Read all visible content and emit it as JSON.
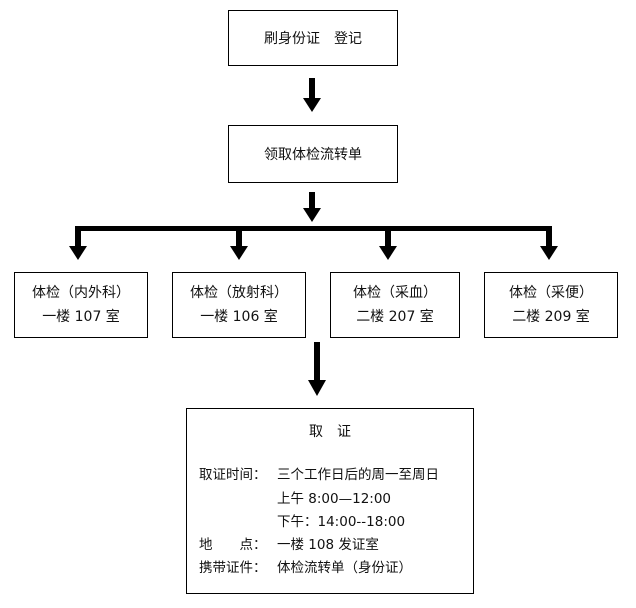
{
  "nodes": {
    "register": "刷身份证　登记",
    "form": "领取体检流转单",
    "exams": [
      {
        "name": "体检（内外科）",
        "room": "一楼 107 室"
      },
      {
        "name": "体检（放射科）",
        "room": "一楼 106 室"
      },
      {
        "name": "体检（采血）",
        "room": "二楼 207 室"
      },
      {
        "name": "体检（采便）",
        "room": "二楼 209 室"
      }
    ],
    "collect": {
      "title": "取　证",
      "time_label": "取证时间：",
      "time_value": "三个工作日后的周一至周日",
      "time_am": "上午 8:00—12:00",
      "time_pm": "下午：14:00--18:00",
      "place_label": "地　　点：",
      "place_value": "一楼 108 发证室",
      "docs_label": "携带证件：",
      "docs_value": "体检流转单（身份证）"
    }
  },
  "colors": {
    "line": "#000000",
    "box_fill": "#ffffff"
  }
}
